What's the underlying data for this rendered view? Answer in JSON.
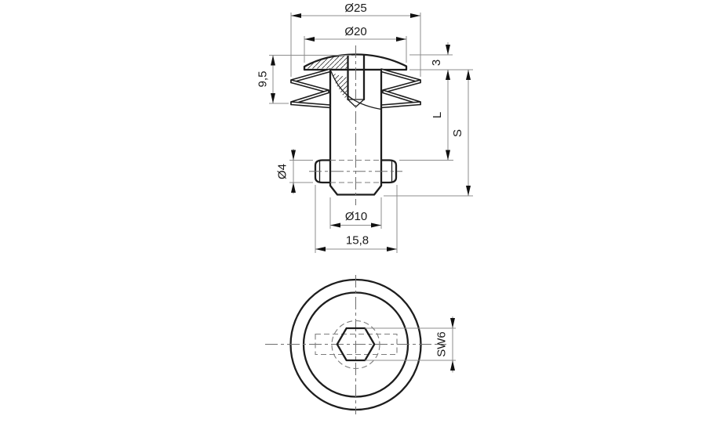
{
  "colors": {
    "background": "#ffffff",
    "outline": "#1d1d1d",
    "dimension_lines": "#8c8c8c",
    "text": "#1a1a1a"
  },
  "front_view": {
    "dims": {
      "fin_outer_dia": "Ø25",
      "head_dia": "Ø20",
      "fin_stack_height": "9,5",
      "head_height": "3",
      "length_l": "L",
      "length_s": "S",
      "pin_dia": "Ø4",
      "shaft_dia": "Ø10",
      "pin_span": "15,8"
    }
  },
  "bottom_view": {
    "dims": {
      "hex_socket_width": "SW6"
    }
  }
}
